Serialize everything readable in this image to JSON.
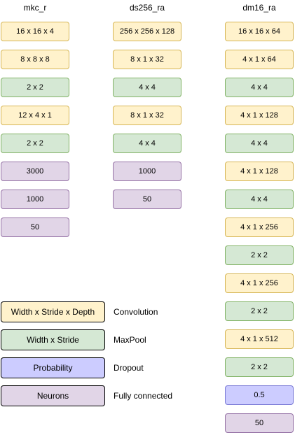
{
  "columns": [
    {
      "title": "mkc_r",
      "layers": [
        {
          "label": "16 x 16 x 4",
          "kind": "conv"
        },
        {
          "label": "8 x 8 x 8",
          "kind": "conv"
        },
        {
          "label": "2 x 2",
          "kind": "pool"
        },
        {
          "label": "12 x 4 x 1",
          "kind": "conv"
        },
        {
          "label": "2 x 2",
          "kind": "pool"
        },
        {
          "label": "3000",
          "kind": "fc"
        },
        {
          "label": "1000",
          "kind": "fc"
        },
        {
          "label": "50",
          "kind": "fc"
        }
      ]
    },
    {
      "title": "ds256_ra",
      "layers": [
        {
          "label": "256 x 256 x 128",
          "kind": "conv"
        },
        {
          "label": "8 x 1 x 32",
          "kind": "conv"
        },
        {
          "label": "4 x 4",
          "kind": "pool"
        },
        {
          "label": "8 x 1 x 32",
          "kind": "conv"
        },
        {
          "label": "4 x 4",
          "kind": "pool"
        },
        {
          "label": "1000",
          "kind": "fc"
        },
        {
          "label": "50",
          "kind": "fc"
        }
      ]
    },
    {
      "title": "dm16_ra",
      "layers": [
        {
          "label": "16 x 16 x 64",
          "kind": "conv"
        },
        {
          "label": "4 x 1 x 64",
          "kind": "conv"
        },
        {
          "label": "4 x 4",
          "kind": "pool"
        },
        {
          "label": "4 x 1 x 128",
          "kind": "conv"
        },
        {
          "label": "4 x 4",
          "kind": "pool"
        },
        {
          "label": "4 x 1 x 128",
          "kind": "conv"
        },
        {
          "label": "4 x 4",
          "kind": "pool"
        },
        {
          "label": "4 x 1 x 256",
          "kind": "conv"
        },
        {
          "label": "2 x 2",
          "kind": "pool"
        },
        {
          "label": "4 x 1 x 256",
          "kind": "conv"
        },
        {
          "label": "2 x 2",
          "kind": "pool"
        },
        {
          "label": "4 x 1 x 512",
          "kind": "conv"
        },
        {
          "label": "2 x 2",
          "kind": "pool"
        },
        {
          "label": "0.5",
          "kind": "drop"
        },
        {
          "label": "50",
          "kind": "fc"
        }
      ]
    }
  ],
  "legend": [
    {
      "box": "Width x Stride x Depth",
      "label": "Convolution",
      "kind": "conv"
    },
    {
      "box": "Width x Stride",
      "label": "MaxPool",
      "kind": "pool"
    },
    {
      "box": "Probability",
      "label": "Dropout",
      "kind": "drop"
    },
    {
      "box": "Neurons",
      "label": "Fully connected",
      "kind": "fc"
    }
  ],
  "colors": {
    "conv_fill": "#fff2cc",
    "conv_border": "#d6b656",
    "pool_fill": "#d5e8d4",
    "pool_border": "#82b366",
    "drop_fill": "#ccccff",
    "drop_border": "#7b7bd6",
    "fc_fill": "#e1d5e7",
    "fc_border": "#9673a6"
  }
}
